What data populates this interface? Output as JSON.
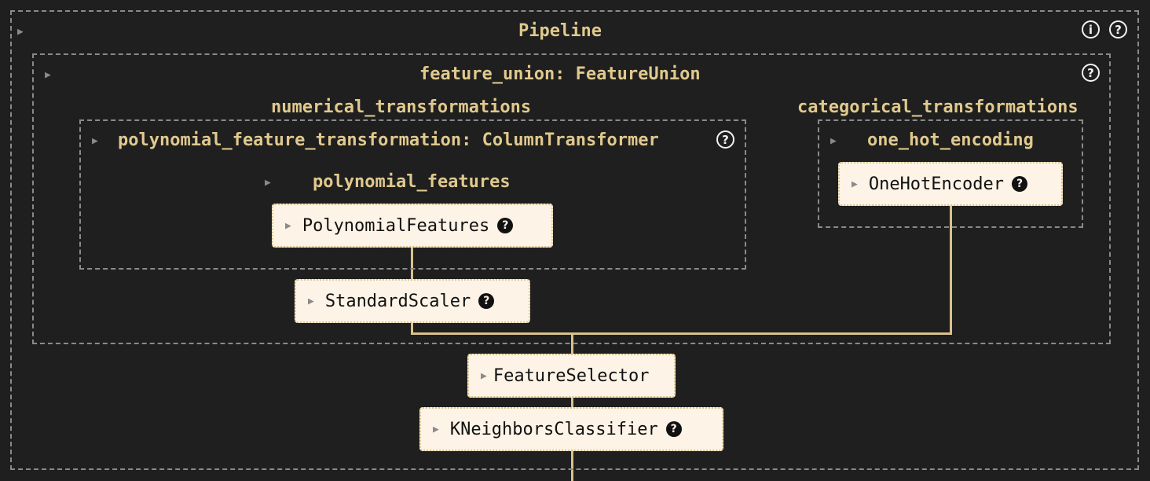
{
  "pipeline": {
    "title": "Pipeline",
    "info_icon": "i",
    "help_icon": "?"
  },
  "feature_union": {
    "title": "feature_union: FeatureUnion",
    "help_icon": "?"
  },
  "numerical": {
    "label": "numerical_transformations",
    "column_transformer": {
      "title": "polynomial_feature_transformation: ColumnTransformer",
      "help_icon": "?"
    },
    "polynomial": {
      "label": "polynomial_features",
      "estimator": "PolynomialFeatures",
      "help_icon": "?"
    },
    "scaler": {
      "estimator": "StandardScaler",
      "help_icon": "?"
    }
  },
  "categorical": {
    "label": "categorical_transformations",
    "one_hot": {
      "label": "one_hot_encoding",
      "estimator": "OneHotEncoder",
      "help_icon": "?"
    }
  },
  "feature_selector": {
    "estimator": "FeatureSelector"
  },
  "classifier": {
    "estimator": "KNeighborsClassifier",
    "help_icon": "?"
  },
  "expand_glyph": "▶",
  "colors": {
    "background": "#1f1f1f",
    "accent": "#e0c98d",
    "estimator_bg": "#fdf3e6",
    "connector": "#d9c28a",
    "border": "#8a8a8a"
  }
}
